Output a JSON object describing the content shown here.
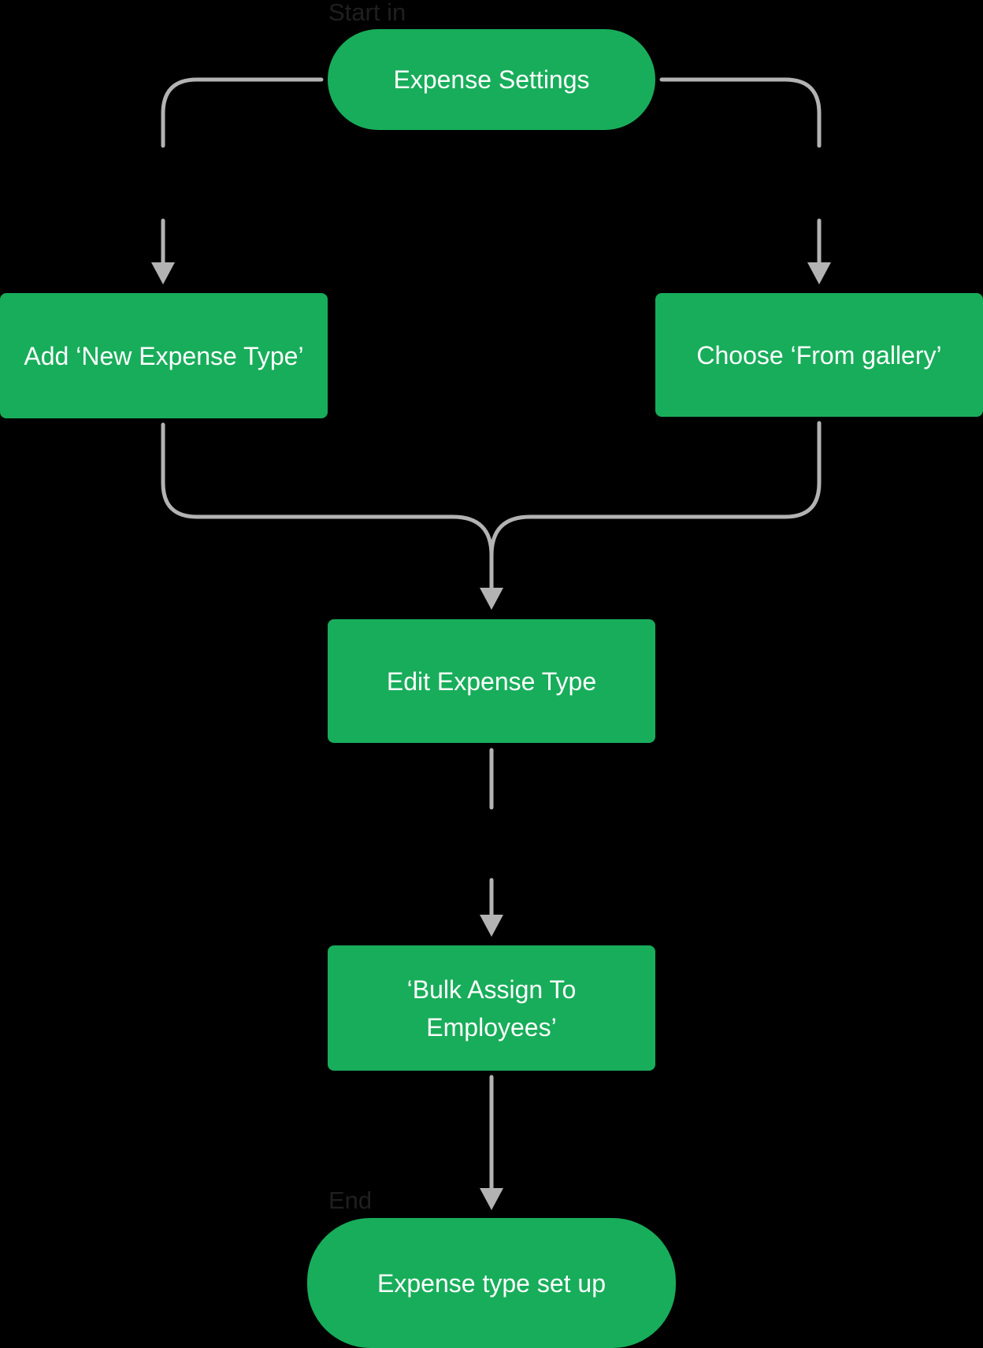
{
  "colors": {
    "background": "#000000",
    "node_fill": "#18AD5A",
    "node_text": "#FFFFFF",
    "connector": "#B3B3B3",
    "caption": "#1F1F1F"
  },
  "captions": {
    "start": "Start in",
    "end": "End"
  },
  "nodes": {
    "expense_settings": "Expense Settings",
    "add_new_expense_type": "Add ‘New Expense Type’",
    "choose_from_gallery": "Choose ‘From gallery’",
    "edit_expense_type": "Edit Expense Type",
    "bulk_assign": "‘Bulk Assign To Employees’",
    "expense_type_set_up": "Expense type set up"
  },
  "edges": [
    {
      "from": "Expense Settings",
      "to": "Add ‘New Expense Type’"
    },
    {
      "from": "Expense Settings",
      "to": "Choose ‘From gallery’"
    },
    {
      "from": "Add ‘New Expense Type’",
      "to": "Edit Expense Type"
    },
    {
      "from": "Choose ‘From gallery’",
      "to": "Edit Expense Type"
    },
    {
      "from": "Edit Expense Type",
      "to": "‘Bulk Assign To Employees’"
    },
    {
      "from": "‘Bulk Assign To Employees’",
      "to": "Expense type set up"
    }
  ]
}
